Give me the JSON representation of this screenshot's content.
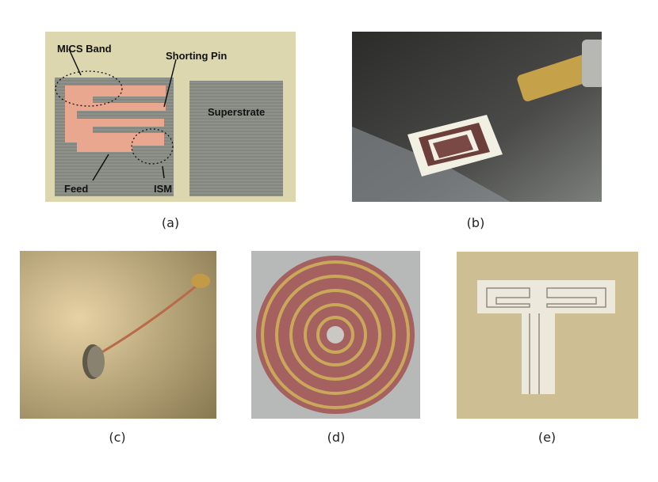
{
  "figure": {
    "panels": [
      {
        "id": "a",
        "caption": "(a)",
        "labels": {
          "mics": "MICS Band",
          "pin": "Shorting Pin",
          "superstrate": "Superstrate",
          "feed": "Feed",
          "ism": "ISM"
        }
      },
      {
        "id": "b",
        "caption": "(b)"
      },
      {
        "id": "c",
        "caption": "(c)"
      },
      {
        "id": "d",
        "caption": "(d)"
      },
      {
        "id": "e",
        "caption": "(e)"
      }
    ]
  }
}
